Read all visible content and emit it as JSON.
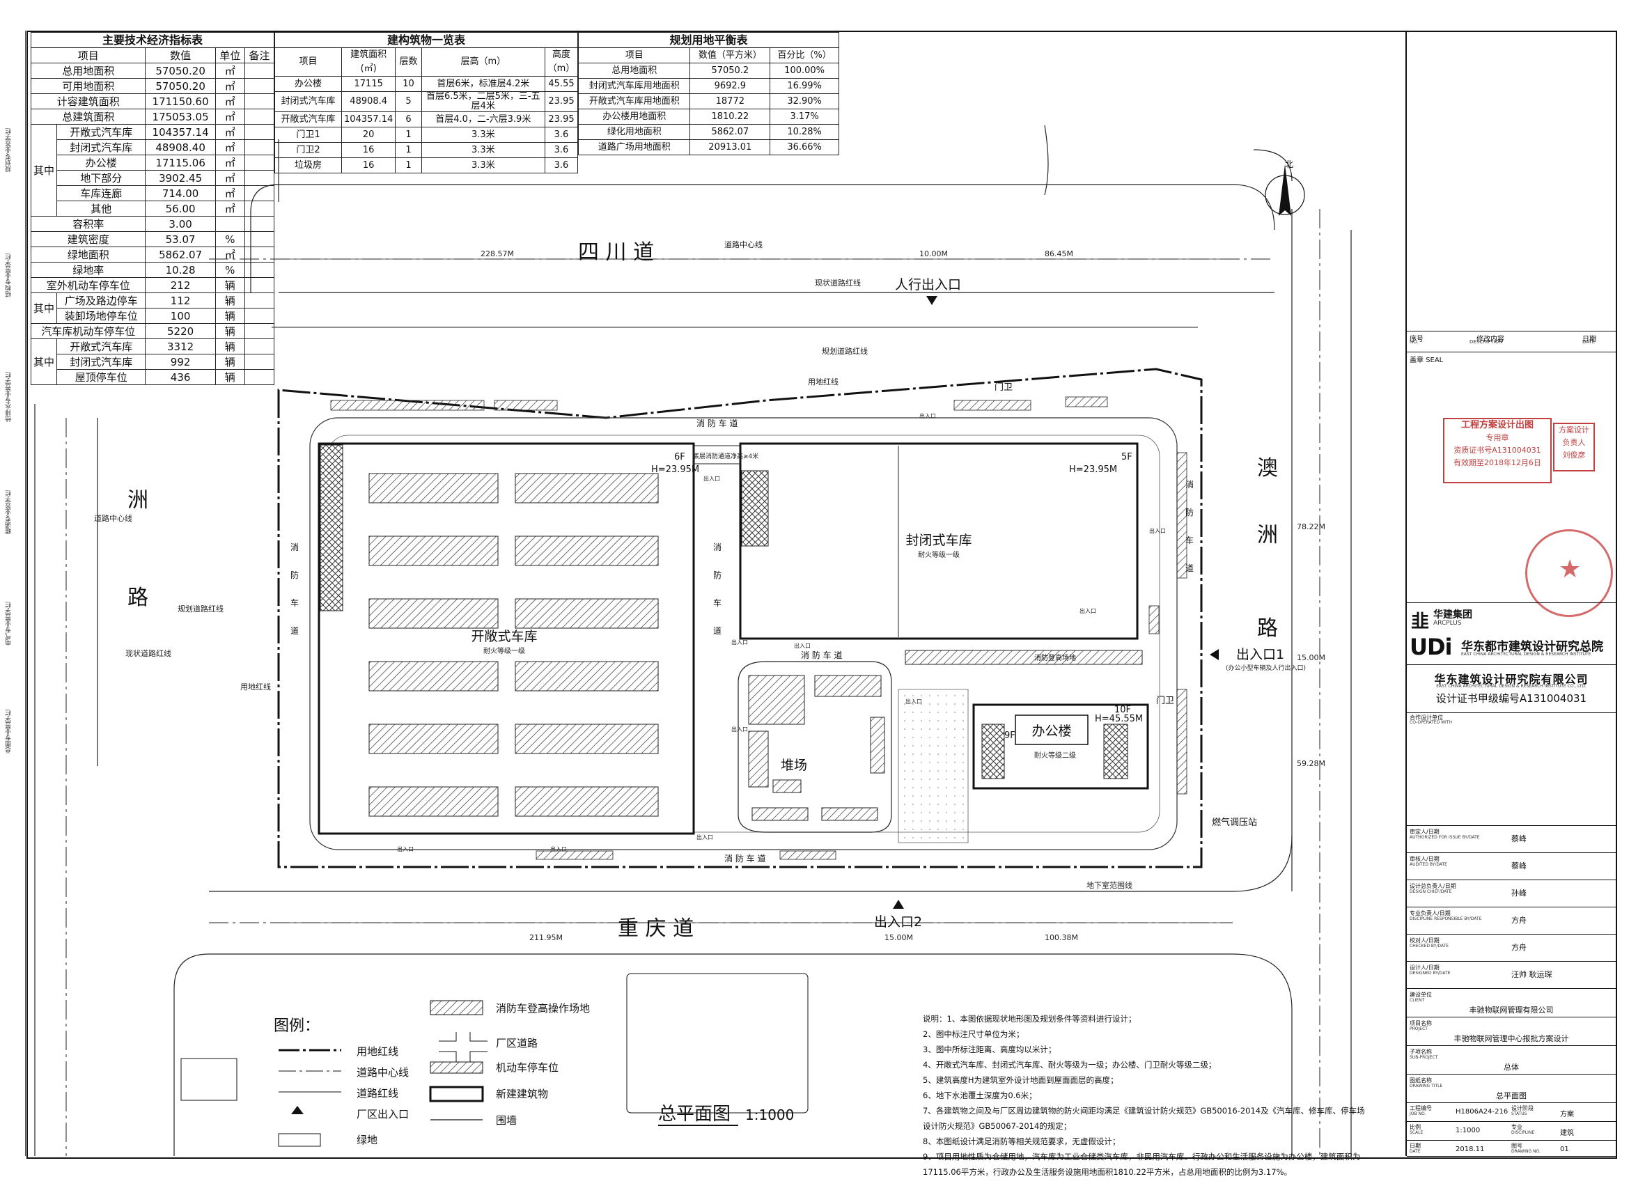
{
  "tech_table": {
    "title": "主要技术经济指标表",
    "headers": [
      "项目",
      "数值",
      "单位",
      "备注"
    ],
    "rows": [
      {
        "group": "",
        "item": "总用地面积",
        "value": "57050.20",
        "unit": "㎡"
      },
      {
        "group": "",
        "item": "可用地面积",
        "value": "57050.20",
        "unit": "㎡"
      },
      {
        "group": "",
        "item": "计容建筑面积",
        "value": "171150.60",
        "unit": "㎡"
      },
      {
        "group": "",
        "item": "总建筑面积",
        "value": "175053.05",
        "unit": "㎡"
      },
      {
        "group": "其中",
        "item": "开敞式汽车库",
        "value": "104357.14",
        "unit": "㎡"
      },
      {
        "group": "其中",
        "item": "封闭式汽车库",
        "value": "48908.40",
        "unit": "㎡"
      },
      {
        "group": "其中",
        "item": "办公楼",
        "value": "17115.06",
        "unit": "㎡"
      },
      {
        "group": "其中",
        "item": "地下部分",
        "value": "3902.45",
        "unit": "㎡"
      },
      {
        "group": "其中",
        "item": "车库连廊",
        "value": "714.00",
        "unit": "㎡"
      },
      {
        "group": "其中",
        "item": "其他",
        "value": "56.00",
        "unit": "㎡"
      },
      {
        "group": "",
        "item": "容积率",
        "value": "3.00",
        "unit": ""
      },
      {
        "group": "",
        "item": "建筑密度",
        "value": "53.07",
        "unit": "%"
      },
      {
        "group": "",
        "item": "绿地面积",
        "value": "5862.07",
        "unit": "㎡"
      },
      {
        "group": "",
        "item": "绿地率",
        "value": "10.28",
        "unit": "%"
      },
      {
        "group": "",
        "item": "室外机动车停车位",
        "value": "212",
        "unit": "辆"
      },
      {
        "group": "其中",
        "item": "广场及路边停车",
        "value": "112",
        "unit": "辆"
      },
      {
        "group": "其中",
        "item": "装卸场地停车位",
        "value": "100",
        "unit": "辆"
      },
      {
        "group": "",
        "item": "汽车库机动车停车位",
        "value": "5220",
        "unit": "辆"
      },
      {
        "group": "其中",
        "item": "开敞式汽车库",
        "value": "3312",
        "unit": "辆"
      },
      {
        "group": "其中",
        "item": "封闭式汽车库",
        "value": "992",
        "unit": "辆"
      },
      {
        "group": "其中",
        "item": "屋顶停车位",
        "value": "436",
        "unit": "辆"
      }
    ]
  },
  "building_table": {
    "title": "建构筑物一览表",
    "headers": [
      "项目",
      "建筑面积(㎡)",
      "层数",
      "层高（m）",
      "高度（m）"
    ],
    "rows": [
      [
        "办公楼",
        "17115",
        "10",
        "首层6米，标准层4.2米",
        "45.55"
      ],
      [
        "封闭式汽车库",
        "48908.4",
        "5",
        "首层6.5米，二层5米，三-五层4米",
        "23.95"
      ],
      [
        "开敞式汽车库",
        "104357.14",
        "6",
        "首层4.0，二-六层3.9米",
        "23.95"
      ],
      [
        "门卫1",
        "20",
        "1",
        "3.3米",
        "3.6"
      ],
      [
        "门卫2",
        "16",
        "1",
        "3.3米",
        "3.6"
      ],
      [
        "垃圾房",
        "16",
        "1",
        "3.3米",
        "3.6"
      ]
    ]
  },
  "land_table": {
    "title": "规划用地平衡表",
    "headers": [
      "项目",
      "数值（平方米）",
      "百分比（%）"
    ],
    "rows": [
      [
        "总用地面积",
        "57050.2",
        "100.00%"
      ],
      [
        "封闭式汽车库用地面积",
        "9692.9",
        "16.99%"
      ],
      [
        "开敞式汽车库用地面积",
        "18772",
        "32.90%"
      ],
      [
        "办公楼用地面积",
        "1810.22",
        "3.17%"
      ],
      [
        "绿化用地面积",
        "5862.07",
        "10.28%"
      ],
      [
        "道路广场用地面积",
        "20913.01",
        "36.66%"
      ]
    ]
  },
  "left_strip_labels": [
    "规划专业签字栏",
    "结构专业签字栏",
    "给排水专业签字栏",
    "暖通专业签字栏",
    "电气专业签字栏",
    "总图专业签字栏"
  ],
  "plan": {
    "roads": {
      "north": "四 川 道",
      "south": "重 庆 道",
      "west_1": "洲",
      "west_2": "路",
      "east": "澳 洲 路",
      "east_chars": [
        "澳",
        "洲",
        "路"
      ]
    },
    "road_centerline": "道路中心线",
    "existing_redline": "现状道路红线",
    "planned_redline": "规划道路红线",
    "site_line": "用地红线",
    "dims": {
      "n_left": "228.57M",
      "n_mid": "10.00M",
      "n_right": "86.45M",
      "s_left": "211.95M",
      "s_mid": "15.00M",
      "s_right": "100.38M",
      "e_top": "78.22M",
      "e_mid": "15.00M",
      "e_bot": "59.28M"
    },
    "entrances": {
      "ped": "人行出入口",
      "gate2": "出入口2",
      "gate1": "出入口1",
      "gate1_note": "(办公小型车辆及人行出入口)"
    },
    "buildings": {
      "open_garage": "开敞式车库",
      "open_garage_sub": "耐火等级一级",
      "open_garage_floors": "6F",
      "open_garage_h": "H=23.95M",
      "closed_garage": "封闭式车库",
      "closed_garage_sub": "耐火等级一级",
      "closed_garage_floors": "5F",
      "closed_garage_h": "H=23.95M",
      "office": "办公楼",
      "office_sub": "耐火等级二级",
      "office_floors": "10F",
      "office_h": "H=45.55M",
      "office_9f": "9F",
      "yard": "堆场",
      "gas": "燃气调压站",
      "guard": "门卫",
      "bridge": "底层消防通道净高≥4米"
    },
    "fire_road": "消 防 车 道",
    "fire_site": "消防登高场地",
    "underground_line": "地下室范围线",
    "ramp": "出入口",
    "north": "北"
  },
  "legend": {
    "title": "图例：",
    "items": [
      "用地红线",
      "道路中心线",
      "道路红线",
      "厂区出入口",
      "绿地",
      "消防车登高操作场地",
      "厂区道路",
      "机动车停车位",
      "新建建筑物",
      "围墙"
    ]
  },
  "drawing_title": "总平面图",
  "drawing_scale": "1:1000",
  "notes": [
    "说明：1、本图依据现状地形图及规划条件等资料进行设计；",
    "2、图中标注尺寸单位为米；",
    "3、图中所标注距离、高度均以米计；",
    "4、开敞式汽车库、封闭式汽车库、耐火等级为一级；办公楼、门卫耐火等级二级；",
    "5、建筑高度H为建筑室外设计地面到屋面面层的高度；",
    "6、地下水池覆土深度为0.6米；",
    "7、各建筑物之间及与厂区周边建筑物的防火间距均满足《建筑设计防火规范》GB50016-2014及《汽车库、修车库、停车场",
    "设计防火规范》GB50067-2014的规定；",
    "8、本图纸设计满足消防等相关规范要求，无虚假设计；",
    "9、项目用地性质为仓储用地，汽车库为工业仓储类汽车库，非民用汽车库。行政办公和生活服务设施为办公楼，建筑面积为",
    "17115.06平方米，行政办公及生活服务设施用地面积1810.22平方米，占总用地面积的比例为3.17%。"
  ],
  "titleblock": {
    "rev_headers": [
      "序号",
      "修改内容",
      "日期"
    ],
    "rev_headers_en": [
      "NO.",
      "DESCRIPTION",
      "DATE"
    ],
    "seal_label": "盖章 SEAL",
    "stamp_text": [
      "工程方案设计出图",
      "专用章",
      "资质证书号A131004031",
      "有效期至2018年12月6日"
    ],
    "stamp_box": [
      "方案设计",
      "负责人",
      "刘俊彦"
    ],
    "group_name": "华建集团",
    "group_en": "ARCPLUS",
    "institute": "华东都市建筑设计研究总院",
    "institute_en": "EAST CHINA ARCHITECTURAL DESIGN & RESEARCH INSTITUTE",
    "company": "华东建筑设计研究院有限公司",
    "company_en": "EAST CHINA ARCHITECTURAL DESIGN & RESEARCH INSTITUTE CO., LTD.",
    "cert": "设计证书甲级编号A131004031",
    "coop": "合作设计单位",
    "coop_en": "CO-OPERATED WITH",
    "fields": [
      {
        "label": "审定人/日期",
        "en": "AUTHORIZED FOR ISSUE BY/DATE",
        "value": "蔡峰"
      },
      {
        "label": "审核人/日期",
        "en": "AUDITED BY/DATE",
        "value": "蔡峰"
      },
      {
        "label": "设计总负责人/日期",
        "en": "DESIGN CHIEF/DATE",
        "value": "孙峰"
      },
      {
        "label": "专业负责人/日期",
        "en": "DISCIPLINE RESPONSIBLE BY/DATE",
        "value": "方舟"
      },
      {
        "label": "校对人/日期",
        "en": "CHECKED BY/DATE",
        "value": "方舟"
      },
      {
        "label": "设计人/日期",
        "en": "DESIGNED BY/DATE",
        "value": "汪帅  耿运琛"
      }
    ],
    "client_label": "建设单位",
    "client_en": "CLIENT",
    "client": "丰驰物联网管理有限公司",
    "project_label": "项目名称",
    "project_en": "PROJECT",
    "project": "丰驰物联网管理中心报批方案设计",
    "sub_label": "子项名称",
    "sub_en": "SUB-PROJECT",
    "sub": "总体",
    "dwg_label": "图纸名称",
    "dwg_en": "DRAWING TITLE",
    "dwg": "总平面图",
    "job_label": "工程编号",
    "job_en": "JOB NO.",
    "job": "H1806A24-216",
    "status_label": "设计阶段",
    "status_en": "STATUS",
    "status": "方案",
    "scale_label": "比例",
    "scale_en": "SCALE",
    "scale": "1:1000",
    "disc_label": "专业",
    "disc_en": "DISCIPLINE",
    "disc": "建筑",
    "date_label": "日期",
    "date_en": "DATE",
    "date": "2018.11",
    "dno_label": "图号",
    "dno_en": "DRAWING NO.",
    "dno": "01"
  }
}
